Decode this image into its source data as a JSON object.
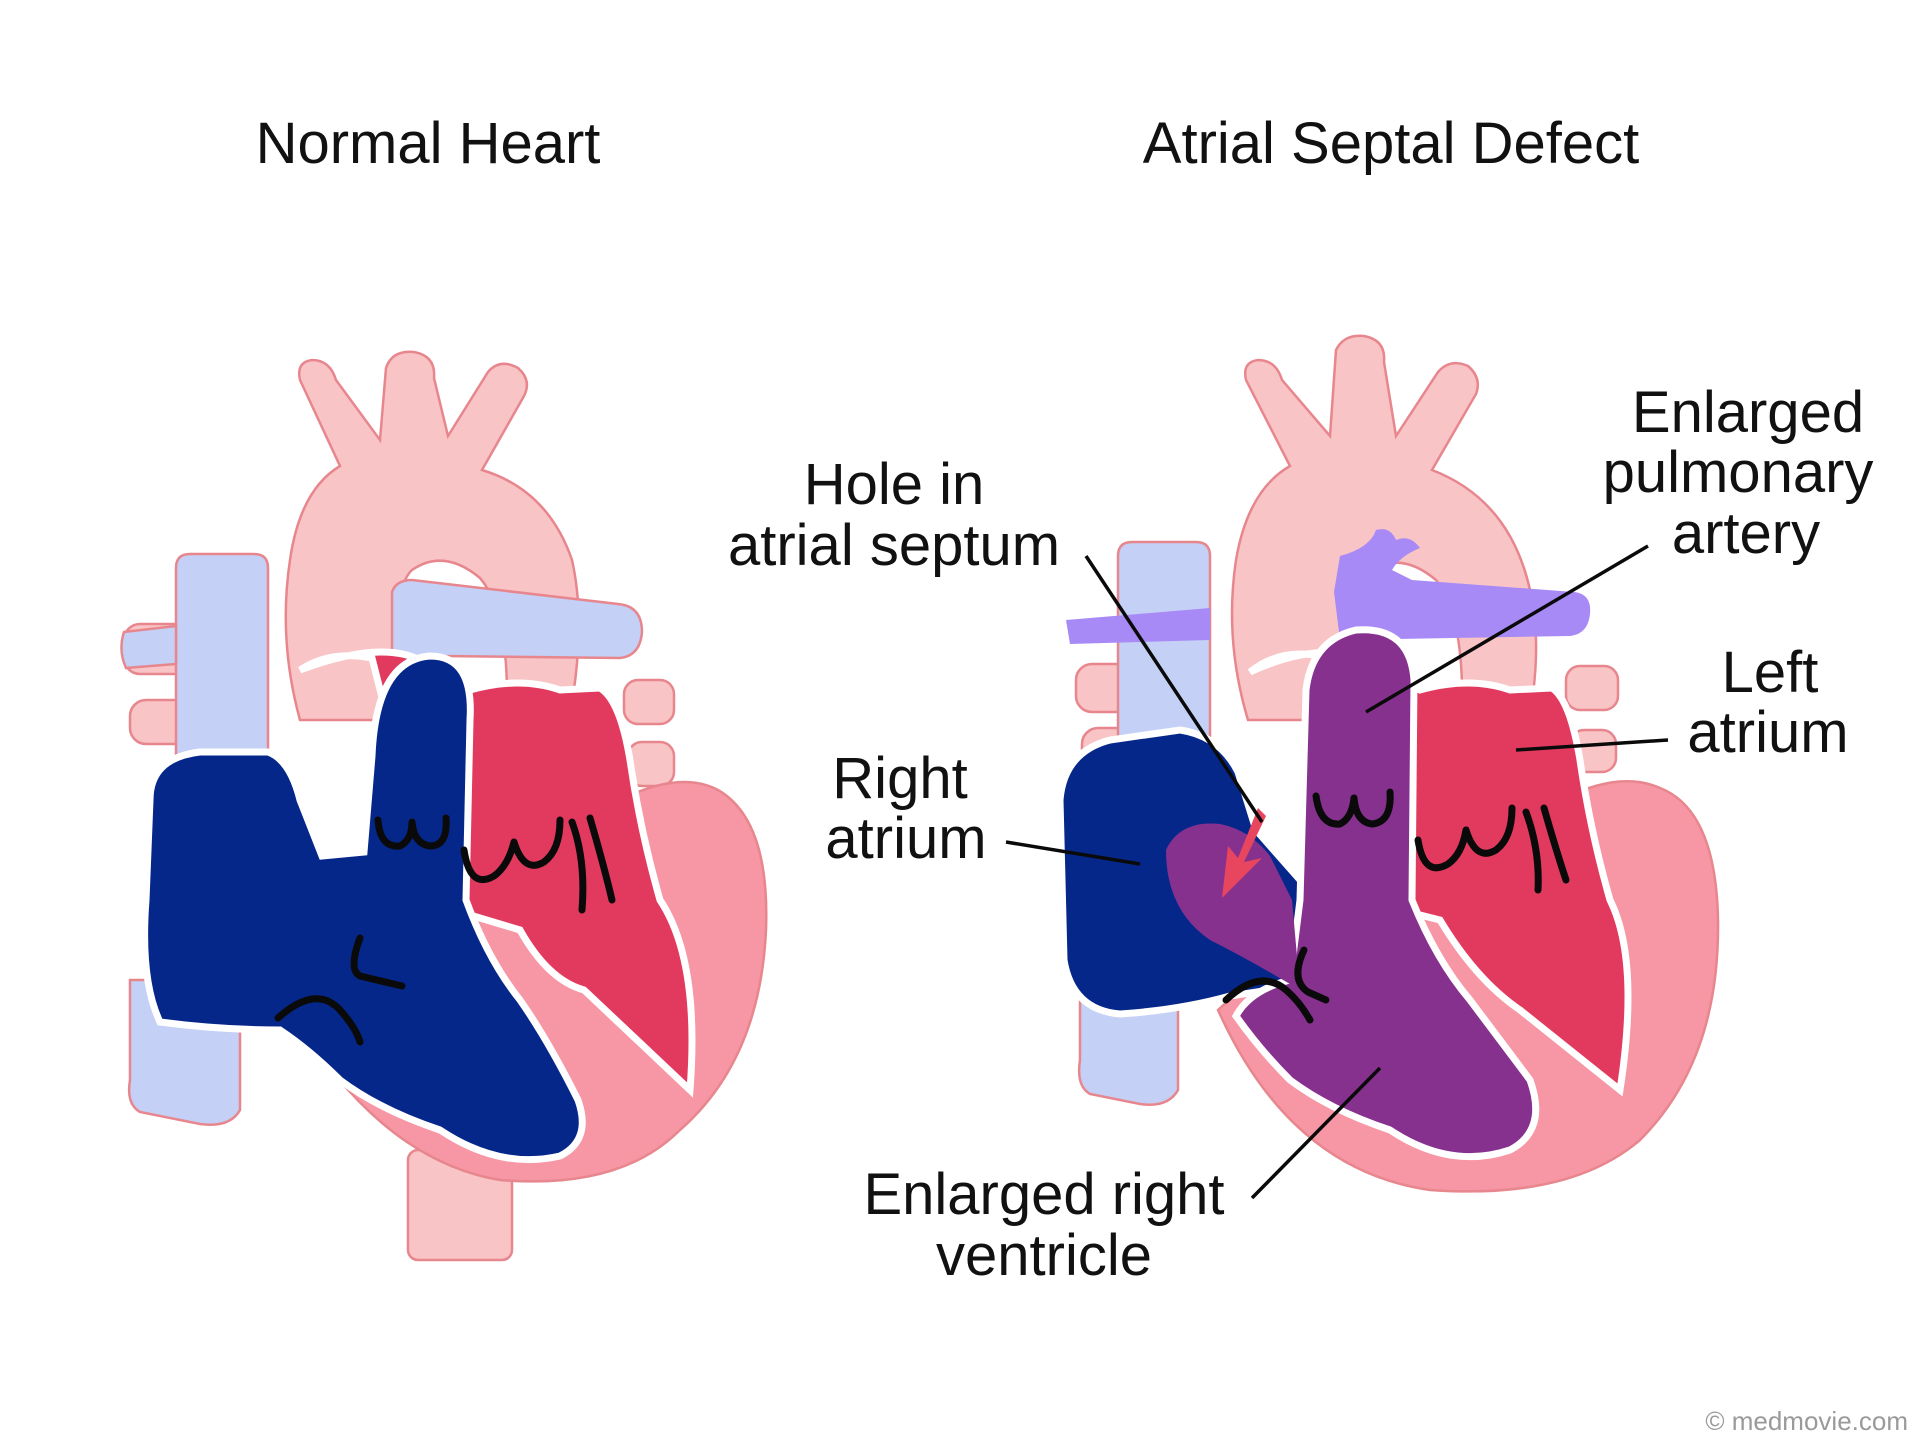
{
  "titles": {
    "normal": "Normal Heart",
    "asd": "Atrial Septal Defect"
  },
  "labels": {
    "hole_line1": "Hole in",
    "hole_line2": "atrial septum",
    "pulmonary_line1": "Enlarged",
    "pulmonary_line2": "pulmonary",
    "pulmonary_line3": "artery",
    "left_atrium_line1": "Left",
    "left_atrium_line2": "atrium",
    "right_atrium_line1": "Right",
    "right_atrium_line2": "atrium",
    "ventricle_line1": "Enlarged right",
    "ventricle_line2": "ventricle"
  },
  "credit": "© medmovie.com",
  "colors": {
    "aorta": "#f8c4c6",
    "vena_cava": "#c4d0f6",
    "deoxygenated": "#06278a",
    "oxygenated_chamber": "#e23a5e",
    "heart_wall": "#f796a4",
    "mixed_blood": "#87318f",
    "enlarged_pulmonary_artery": "#a78af6",
    "shunt_arrow": "#e8465e",
    "label_text": "#111111"
  }
}
